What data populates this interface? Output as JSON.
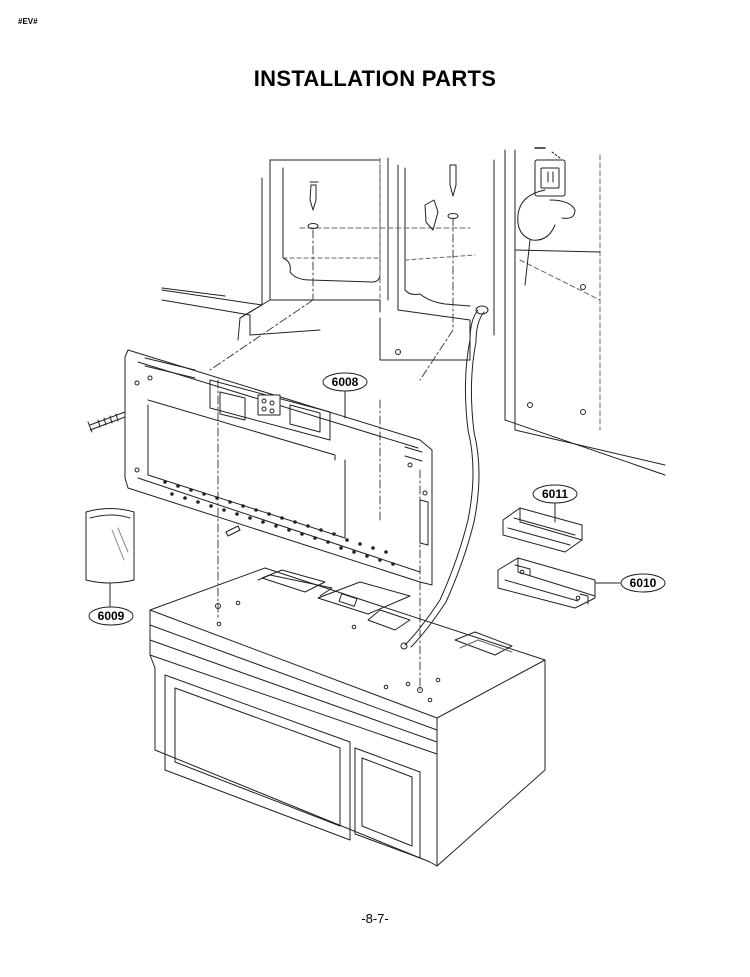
{
  "header": {
    "code": "#EV#",
    "title": "INSTALLATION PARTS"
  },
  "parts": [
    {
      "id": "6008"
    },
    {
      "id": "6009"
    },
    {
      "id": "6010"
    },
    {
      "id": "6011"
    }
  ],
  "footer": {
    "page": "-8-7-"
  }
}
